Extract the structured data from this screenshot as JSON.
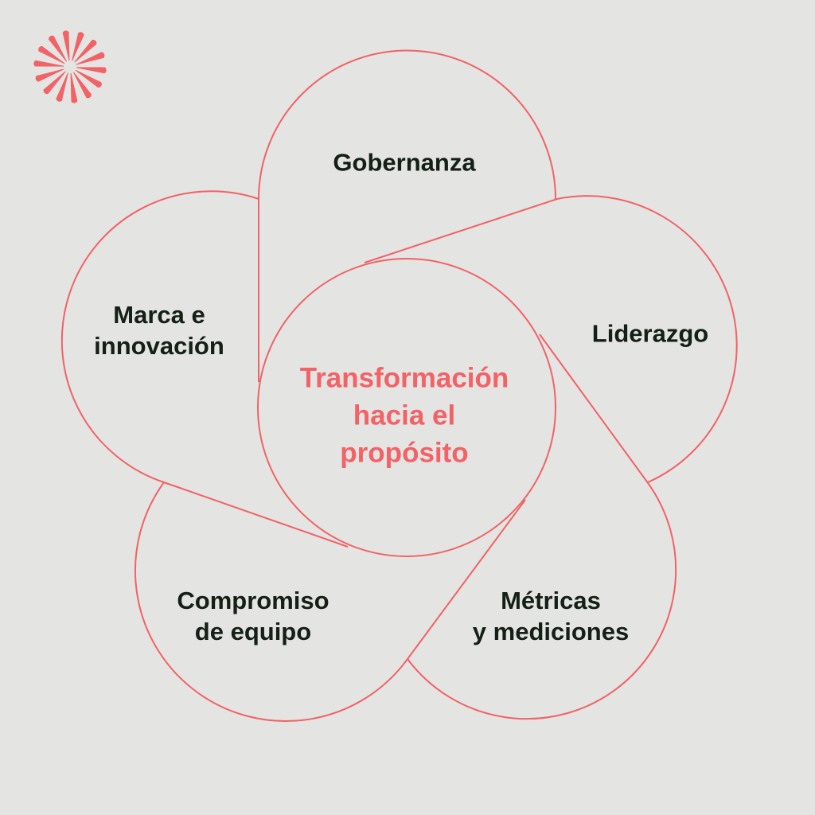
{
  "colors": {
    "background": "#e4e4e2",
    "accent": "#f26266",
    "text": "#141f16"
  },
  "logo": {
    "icon": "sunburst-icon"
  },
  "diagram": {
    "center": {
      "lines": [
        "Transformación",
        "hacia el",
        "propósito"
      ]
    },
    "petals": [
      {
        "id": "gobernanza",
        "lines": [
          "Gobernanza"
        ]
      },
      {
        "id": "liderazgo",
        "lines": [
          "Liderazgo"
        ]
      },
      {
        "id": "metricas",
        "lines": [
          "Métricas",
          "y mediciones"
        ]
      },
      {
        "id": "compromiso",
        "lines": [
          "Compromiso",
          "de equipo"
        ]
      },
      {
        "id": "marca",
        "lines": [
          "Marca e",
          "innovación"
        ]
      }
    ]
  }
}
